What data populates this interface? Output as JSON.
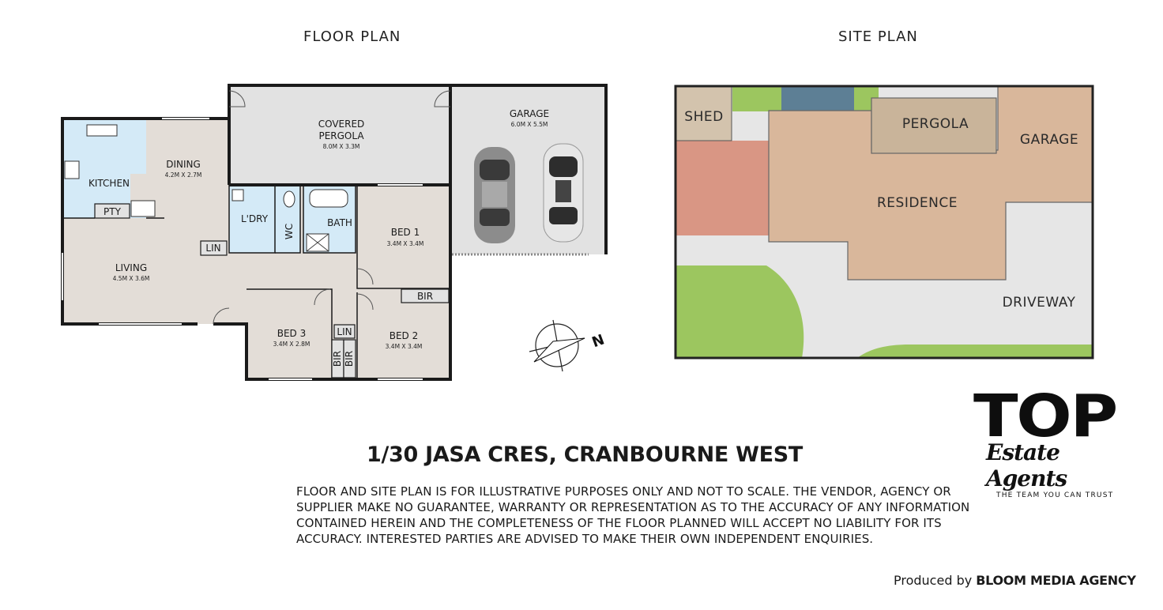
{
  "headings": {
    "floor_plan": "FLOOR PLAN",
    "site_plan": "SITE PLAN"
  },
  "floor_rooms": {
    "covered_pergola": {
      "line1": "COVERED",
      "line2": "PERGOLA",
      "dim": "8.0M X 3.3M"
    },
    "garage": {
      "name": "GARAGE",
      "dim": "6.0M X 5.5M"
    },
    "kitchen": {
      "name": "KITCHEN"
    },
    "dining": {
      "name": "DINING",
      "dim": "4.2M X 2.7M"
    },
    "pty": {
      "name": "PTY"
    },
    "laundry": {
      "name": "L'DRY"
    },
    "wc": {
      "name": "WC"
    },
    "bath": {
      "name": "BATH"
    },
    "bed1": {
      "name": "BED 1",
      "dim": "3.4M X 3.4M"
    },
    "lin1": {
      "name": "LIN"
    },
    "living": {
      "name": "LIVING",
      "dim": "4.5M X 3.6M"
    },
    "bir1": {
      "name": "BIR"
    },
    "bed3": {
      "name": "BED 3",
      "dim": "3.4M X 2.8M"
    },
    "lin2": {
      "name": "LIN"
    },
    "bed2": {
      "name": "BED 2",
      "dim": "3.4M X 3.4M"
    },
    "bir2": {
      "name": "BIR"
    },
    "bir3": {
      "name": "BIR"
    }
  },
  "compass": {
    "label": "N"
  },
  "site_areas": {
    "shed": "SHED",
    "pergola": "PERGOLA",
    "garage": "GARAGE",
    "residence": "RESIDENCE",
    "driveway": "DRIVEWAY"
  },
  "colors": {
    "floor_fill": "#e3ddd7",
    "wet_area": "#d4eaf7",
    "outdoor": "#e2e2e2",
    "residence": "#d9b79b",
    "pergola": "#c9b49a",
    "shed": "#d3c3ad",
    "lawn": "#9cc65f",
    "paving": "#e6e6e6",
    "red_area": "#d99684",
    "blue_area": "#5d7f95"
  },
  "address": "1/30 JASA CRES, CRANBOURNE WEST",
  "disclaimer": "FLOOR AND SITE PLAN IS FOR ILLUSTRATIVE PURPOSES ONLY AND NOT TO SCALE. THE VENDOR, AGENCY OR\nSUPPLIER MAKE NO GUARANTEE, WARRANTY OR REPRESENTATION AS TO THE ACCURACY OF ANY INFORMATION\nCONTAINED HEREIN AND THE COMPLETENESS OF THE FLOOR PLANNED WILL ACCEPT NO LIABILITY FOR ITS\nACCURACY. INTERESTED PARTIES ARE ADVISED TO MAKE THEIR OWN INDEPENDENT ENQUIRIES.",
  "logo": {
    "main": "TOP",
    "script": "Estate Agents",
    "tagline": "THE TEAM YOU CAN TRUST"
  },
  "credit": {
    "prefix": "Produced by",
    "agency": "BLOOM MEDIA AGENCY"
  }
}
